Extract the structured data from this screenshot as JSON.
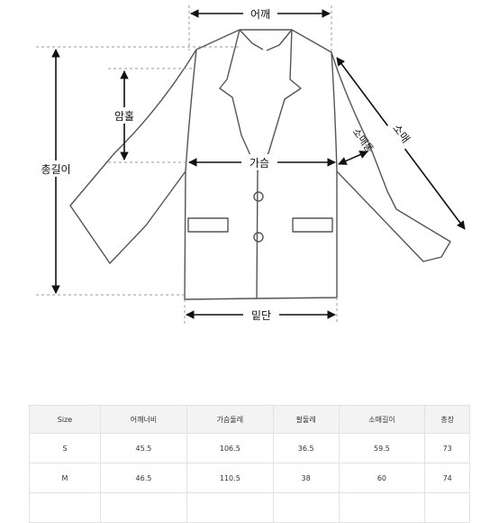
{
  "diagram": {
    "labels": {
      "shoulder": "어깨",
      "armhole": "암홀",
      "total_length": "총길이",
      "chest": "가슴",
      "hem": "밑단",
      "sleeve_width": "소매통",
      "sleeve_length": "소매"
    },
    "colors": {
      "outline": "#555555",
      "dashed": "#999999",
      "arrow": "#111111"
    }
  },
  "size_table": {
    "headers": [
      "Size",
      "어깨너비",
      "가슴둘레",
      "팔둘레",
      "소매길이",
      "총장"
    ],
    "rows": [
      [
        "S",
        "45.5",
        "106.5",
        "36.5",
        "59.5",
        "73"
      ],
      [
        "M",
        "46.5",
        "110.5",
        "38",
        "60",
        "74"
      ],
      [
        "",
        "",
        "",
        "",
        "",
        ""
      ]
    ]
  }
}
